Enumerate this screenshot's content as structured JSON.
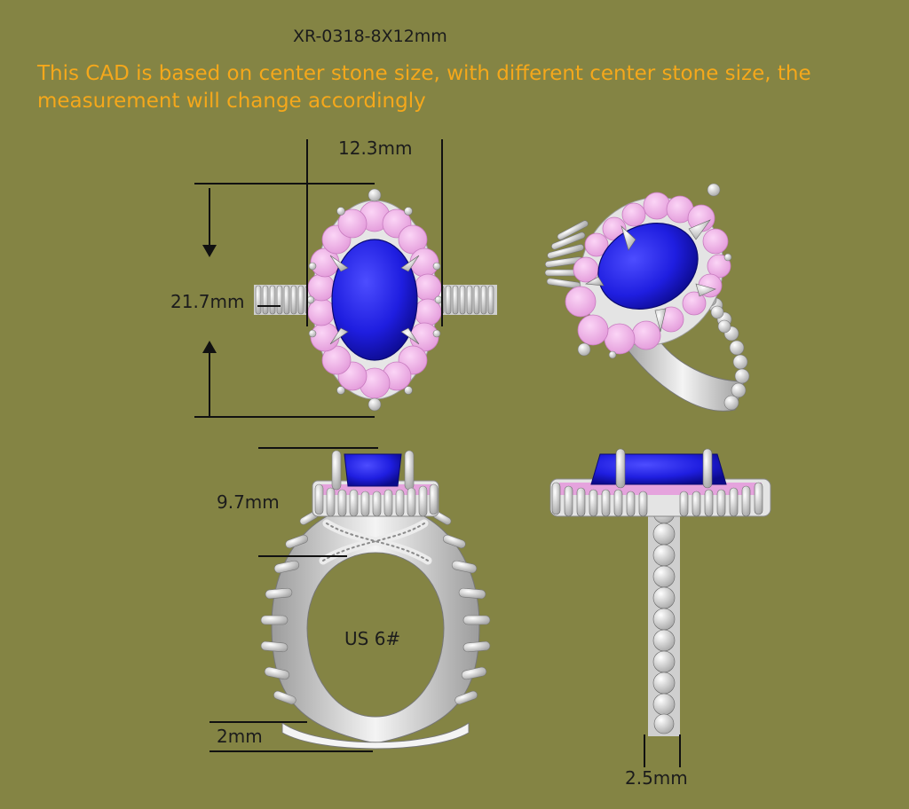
{
  "title": "XR-0318-8X12mm",
  "note": {
    "line1": "This CAD is based on center stone size, with different center stone size, the",
    "line2": "measurement will change accordingly"
  },
  "dimensions": {
    "width": "12.3mm",
    "height": "21.7mm",
    "top_height": "9.7mm",
    "band_thickness": "2mm",
    "shank_width": "2.5mm",
    "ring_size": "US 6#"
  },
  "colors": {
    "background": "#848444",
    "note_text": "#f5a81b",
    "center_stone": "#1f1ee0",
    "halo_stones": "#f0a8e8",
    "metal": "#e6e6e6"
  }
}
